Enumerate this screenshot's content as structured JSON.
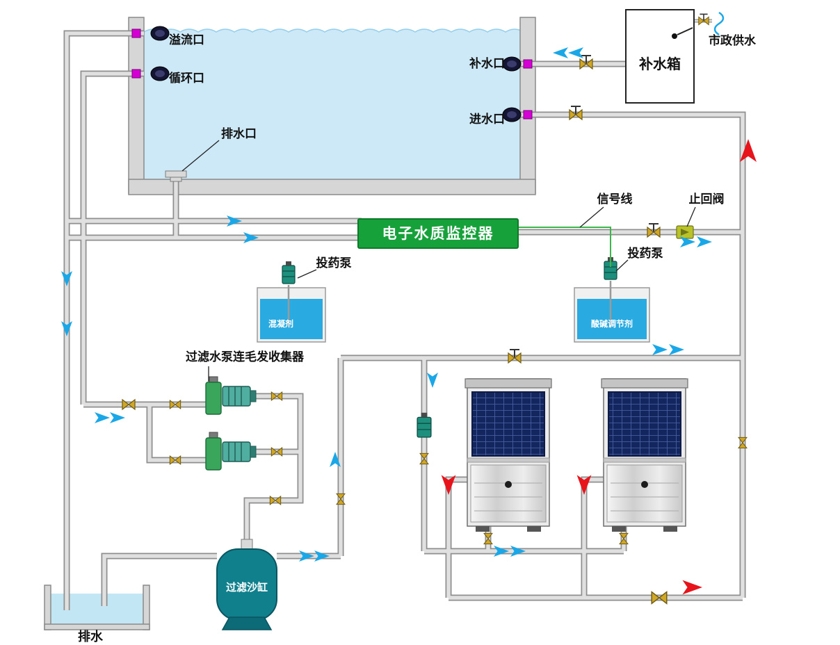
{
  "colors": {
    "pool_water": "#cde9f7",
    "tank_water": "#29abe2",
    "monitor_green": "#17a13a",
    "pipe_inner": "#e0e0e0",
    "pipe_outer": "#8f8f8f",
    "arrow_blue": "#1aa7e8",
    "arrow_red": "#e8141c",
    "port_magenta": "#d400d4",
    "valve_yellow": "#d1a728",
    "signal_green": "#3cb54a",
    "sand_filter_teal": "#10808d"
  },
  "labels": {
    "overflow_port": "溢流口",
    "circulation_port": "循环口",
    "drain_port": "排水口",
    "makeup_port": "补水口",
    "inlet_port": "进水口",
    "makeup_tank": "补水箱",
    "municipal_supply": "市政供水",
    "signal_line": "信号线",
    "check_valve": "止回阀",
    "dosing_pump_left": "投药泵",
    "dosing_pump_right": "投药泵",
    "coagulant_tank": "混凝剂",
    "ph_adjuster_tank": "酸碱调节剂",
    "monitor": "电子水质监控器",
    "filter_pump_unit": "过滤水泵连毛发收集器",
    "sand_filter": "过滤沙缸",
    "drain_sump": "排水"
  }
}
